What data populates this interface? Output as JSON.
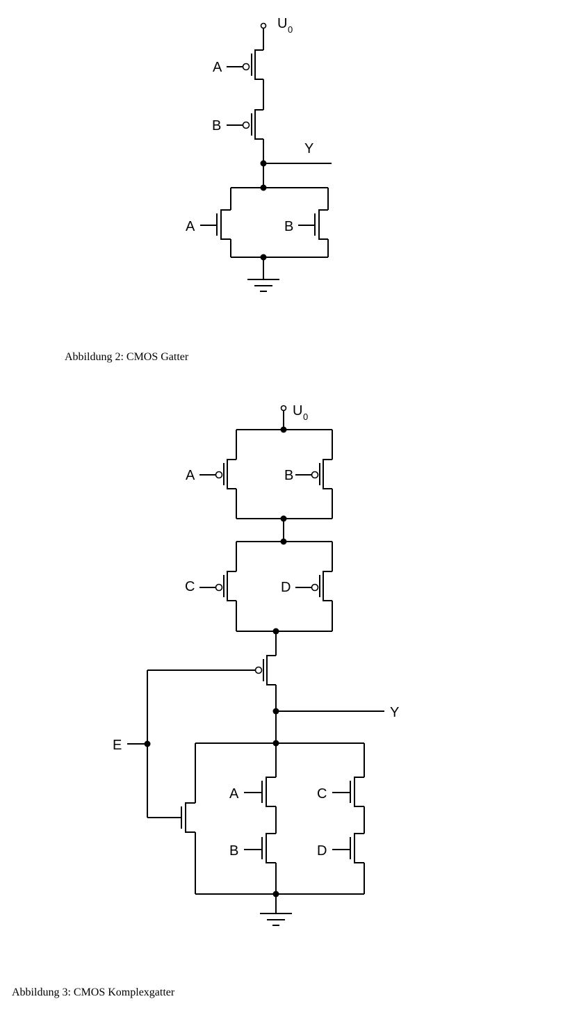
{
  "fig2": {
    "supply": "U",
    "supply_sub": "0",
    "output": "Y",
    "pmos": [
      {
        "gate": "A"
      },
      {
        "gate": "B"
      }
    ],
    "nmos": [
      {
        "gate": "A"
      },
      {
        "gate": "B"
      }
    ],
    "caption_number": "Abbildung 2",
    "caption_text": ": CMOS Gatter"
  },
  "fig3": {
    "supply": "U",
    "supply_sub": "0",
    "output": "Y",
    "input_e": "E",
    "pmos": [
      {
        "gate": "A"
      },
      {
        "gate": "B"
      },
      {
        "gate": "C"
      },
      {
        "gate": "D"
      }
    ],
    "nmos": [
      {
        "gate": "A"
      },
      {
        "gate": "B"
      },
      {
        "gate": "C"
      },
      {
        "gate": "D"
      }
    ],
    "caption_number": "Abbildung 3",
    "caption_text": ": CMOS Komplexgatter"
  }
}
